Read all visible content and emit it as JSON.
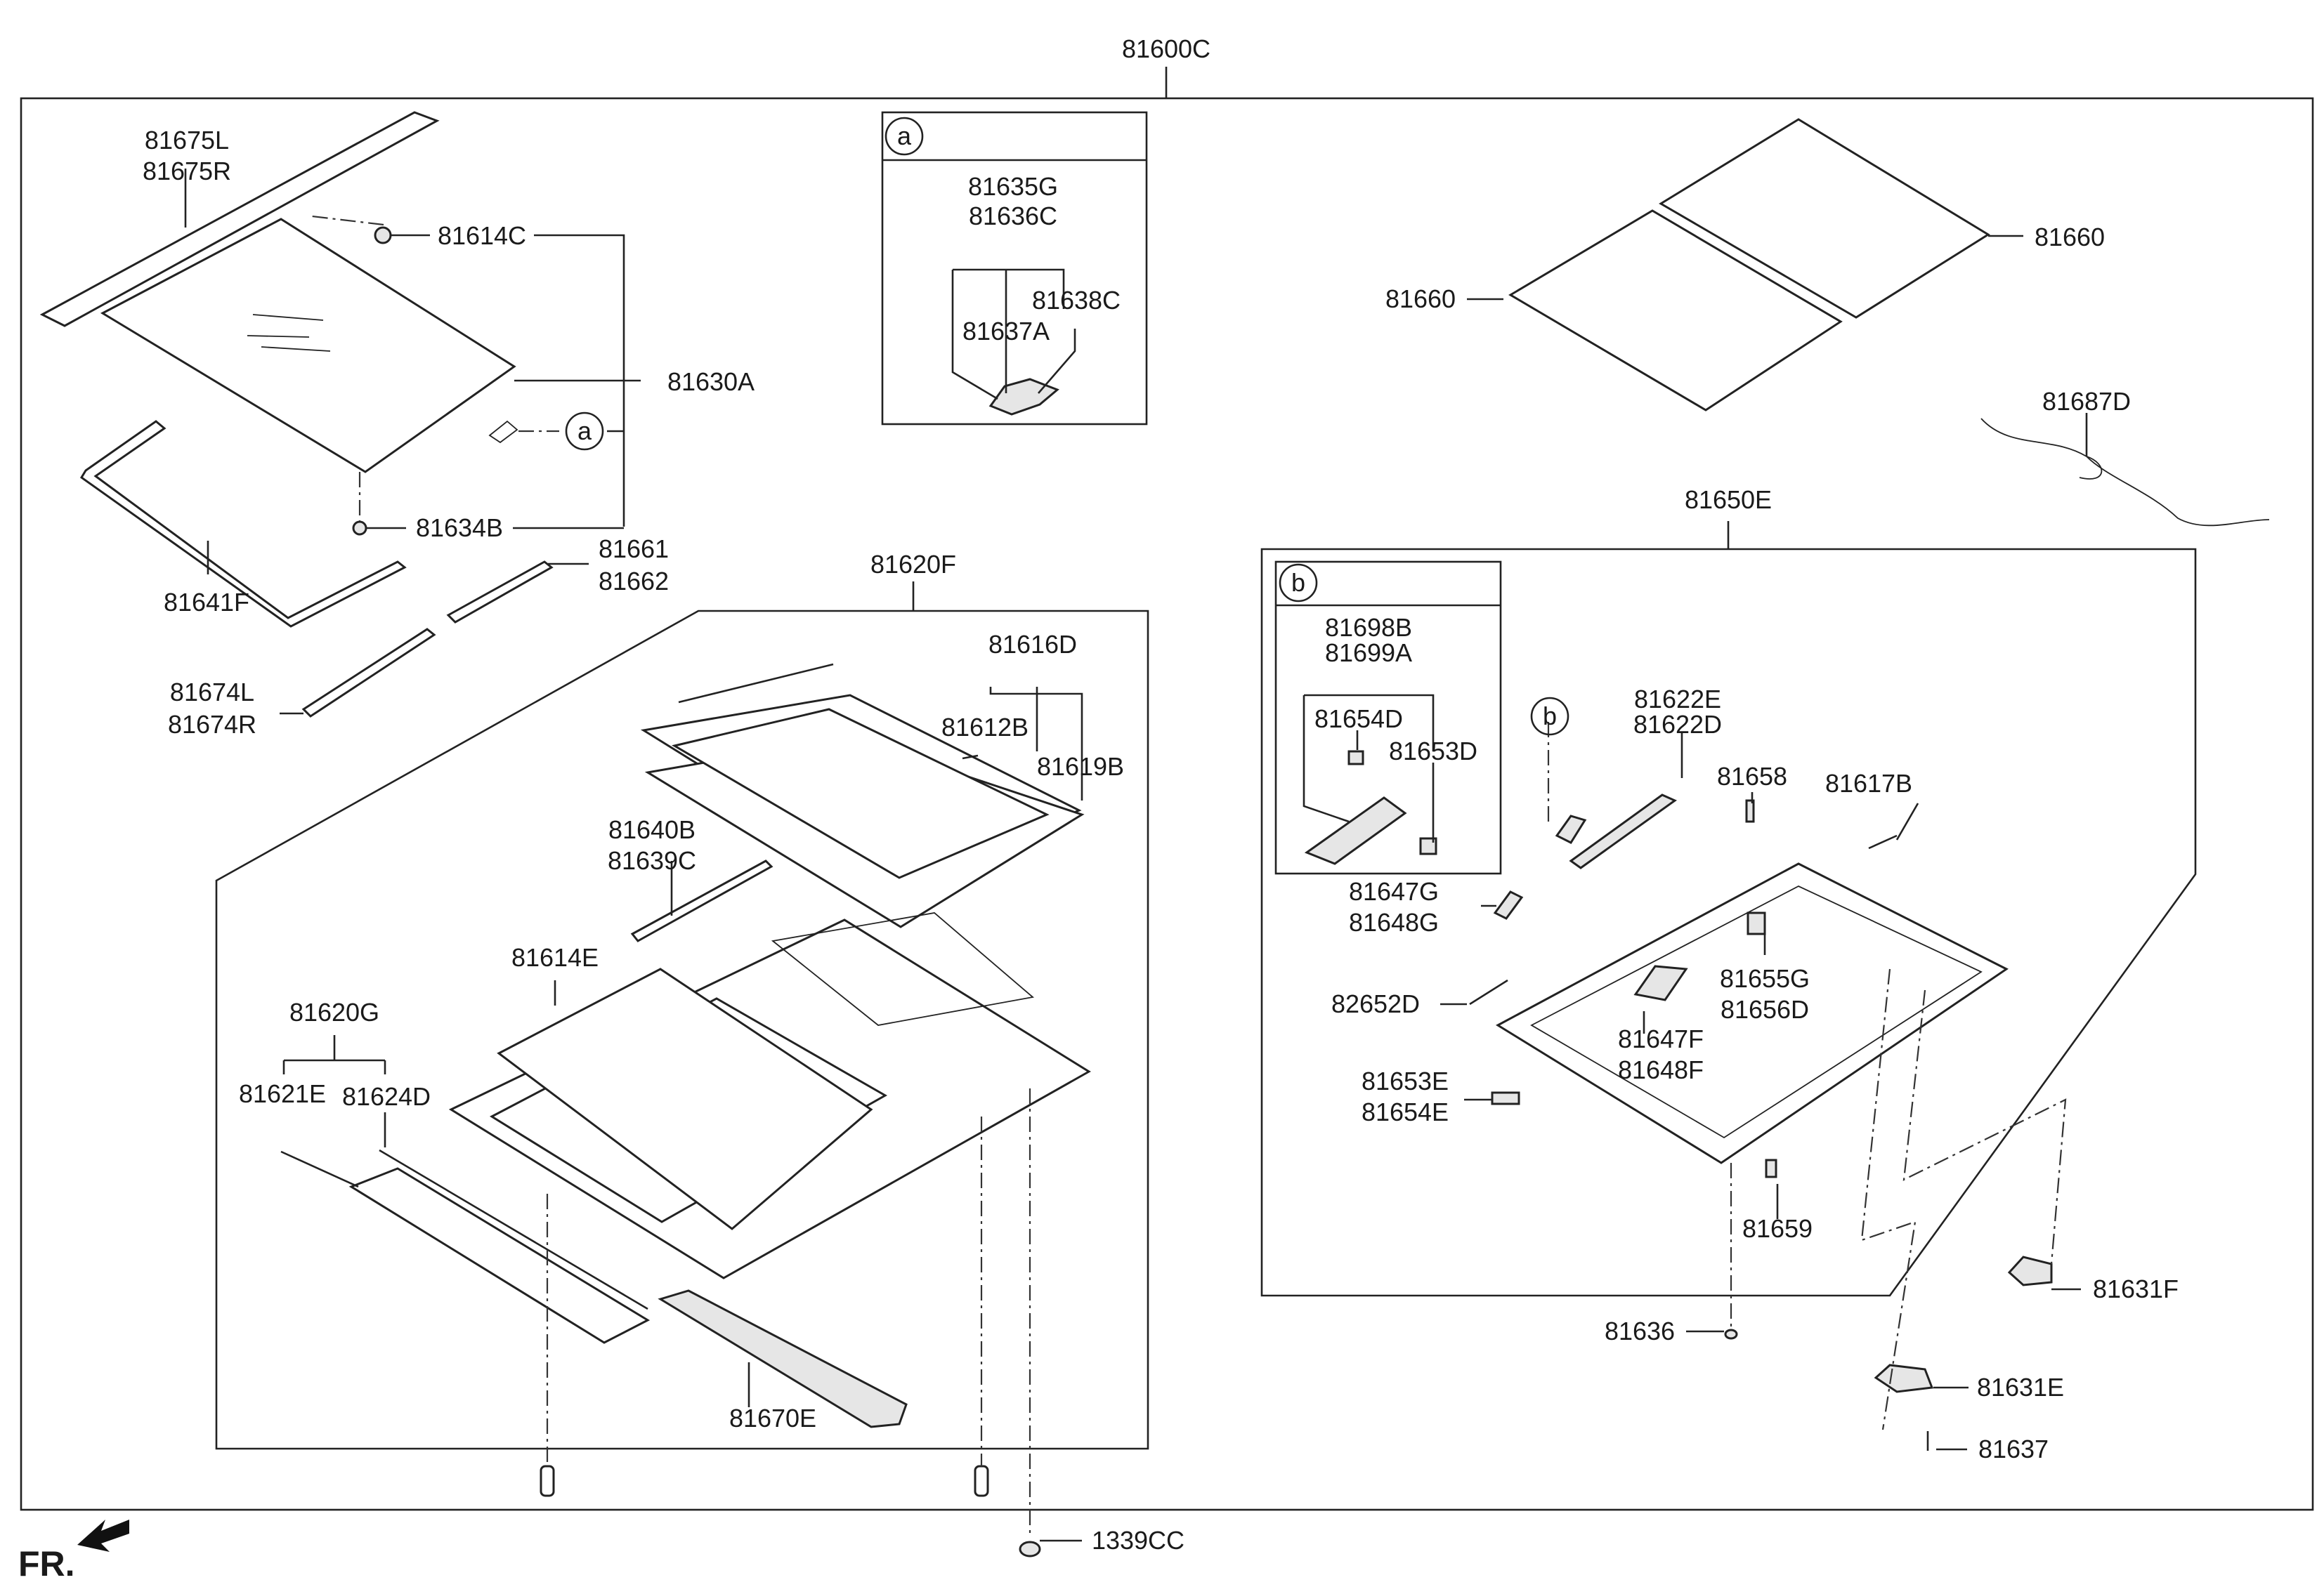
{
  "labels": {
    "p81600C": "81600C",
    "p81675L": "81675L",
    "p81675R": "81675R",
    "p81614C": "81614C",
    "p81630A": "81630A",
    "p81634B": "81634B",
    "p81641F": "81641F",
    "p81661": "81661",
    "p81662": "81662",
    "p81674L": "81674L",
    "p81674R": "81674R",
    "ref_a": "a",
    "p81635G": "81635G",
    "p81636C": "81636C",
    "p81638C": "81638C",
    "p81637A": "81637A",
    "p81660_left": "81660",
    "p81660_right": "81660",
    "p81687D": "81687D",
    "p81650E": "81650E",
    "p81620F": "81620F",
    "p81616D": "81616D",
    "p81612B": "81612B",
    "p81619B": "81619B",
    "p81640B": "81640B",
    "p81639C": "81639C",
    "p81614E": "81614E",
    "p81620G": "81620G",
    "p81621E": "81621E",
    "p81624D": "81624D",
    "p81670E": "81670E",
    "p1339CC": "1339CC",
    "ref_b": "b",
    "p81698B": "81698B",
    "p81699A": "81699A",
    "p81654D": "81654D",
    "p81653D": "81653D",
    "p81622E": "81622E",
    "p81622D": "81622D",
    "p81658": "81658",
    "p81617B": "81617B",
    "p81647G": "81647G",
    "p81648G": "81648G",
    "p82652D": "82652D",
    "p81655G": "81655G",
    "p81656D": "81656D",
    "p81647F": "81647F",
    "p81648F": "81648F",
    "p81653E": "81653E",
    "p81654E": "81654E",
    "p81659": "81659",
    "p81636": "81636",
    "p81631F": "81631F",
    "p81631E": "81631E",
    "p81637": "81637"
  },
  "direction_indicator": "FR."
}
